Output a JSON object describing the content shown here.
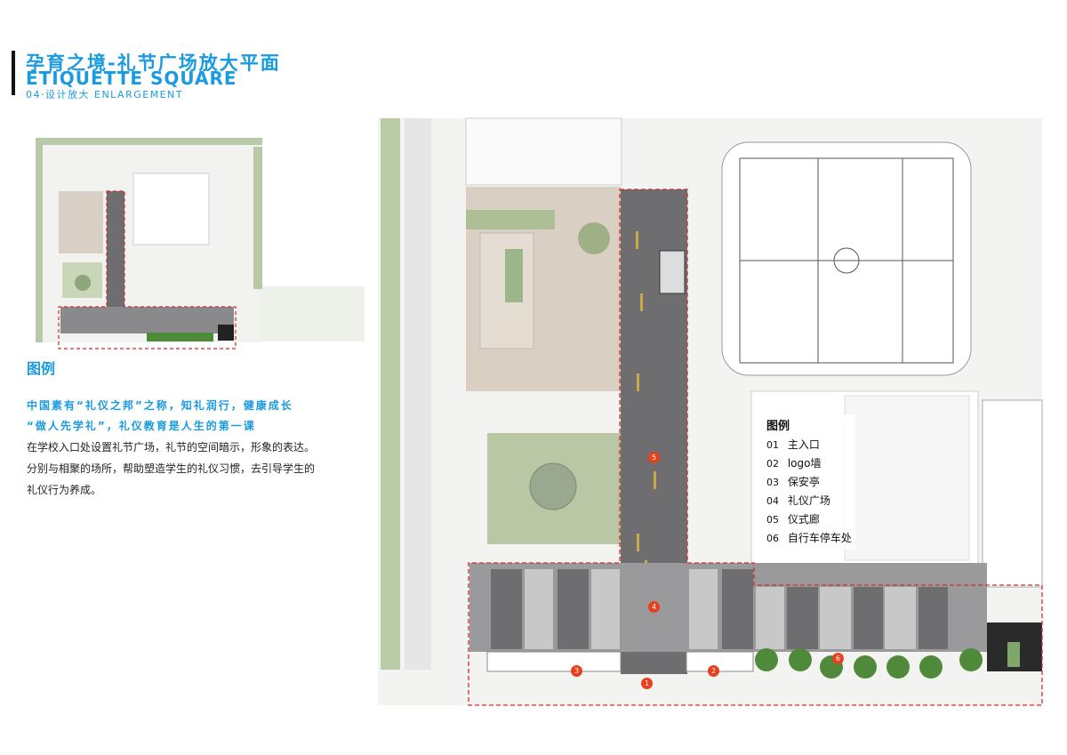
{
  "header": {
    "title_cn": "孕育之境-礼节广场放大平面",
    "title_en": "ETIQUETTE SQUARE",
    "subtitle": "04·设计放大 ENLARGEMENT"
  },
  "intro": {
    "legend_heading": "图例",
    "highlight_lines": [
      "中国素有“礼仪之邦”之称，知礼润行，健康成长",
      "“做人先学礼”，礼仪教育是人生的第一课"
    ],
    "body_lines": [
      "在学校入口处设置礼节广场，礼节的空间暗示，形象的表达。",
      "分别与相聚的场所，帮助塑造学生的礼仪习惯，去引导学生的",
      "礼仪行为养成。"
    ]
  },
  "plan_legend": {
    "heading": "图例",
    "items": [
      {
        "num": "01",
        "label": "主入口"
      },
      {
        "num": "02",
        "label": "logo墙"
      },
      {
        "num": "03",
        "label": "保安亭"
      },
      {
        "num": "04",
        "label": "礼仪广场"
      },
      {
        "num": "05",
        "label": "仪式廊"
      },
      {
        "num": "06",
        "label": "自行车停车处"
      }
    ]
  },
  "markers": [
    "1",
    "2",
    "3",
    "4",
    "5",
    "6"
  ],
  "colors": {
    "accent": "#1a9be0",
    "highlight": "#e8401c",
    "paving": "#6e6e70"
  }
}
